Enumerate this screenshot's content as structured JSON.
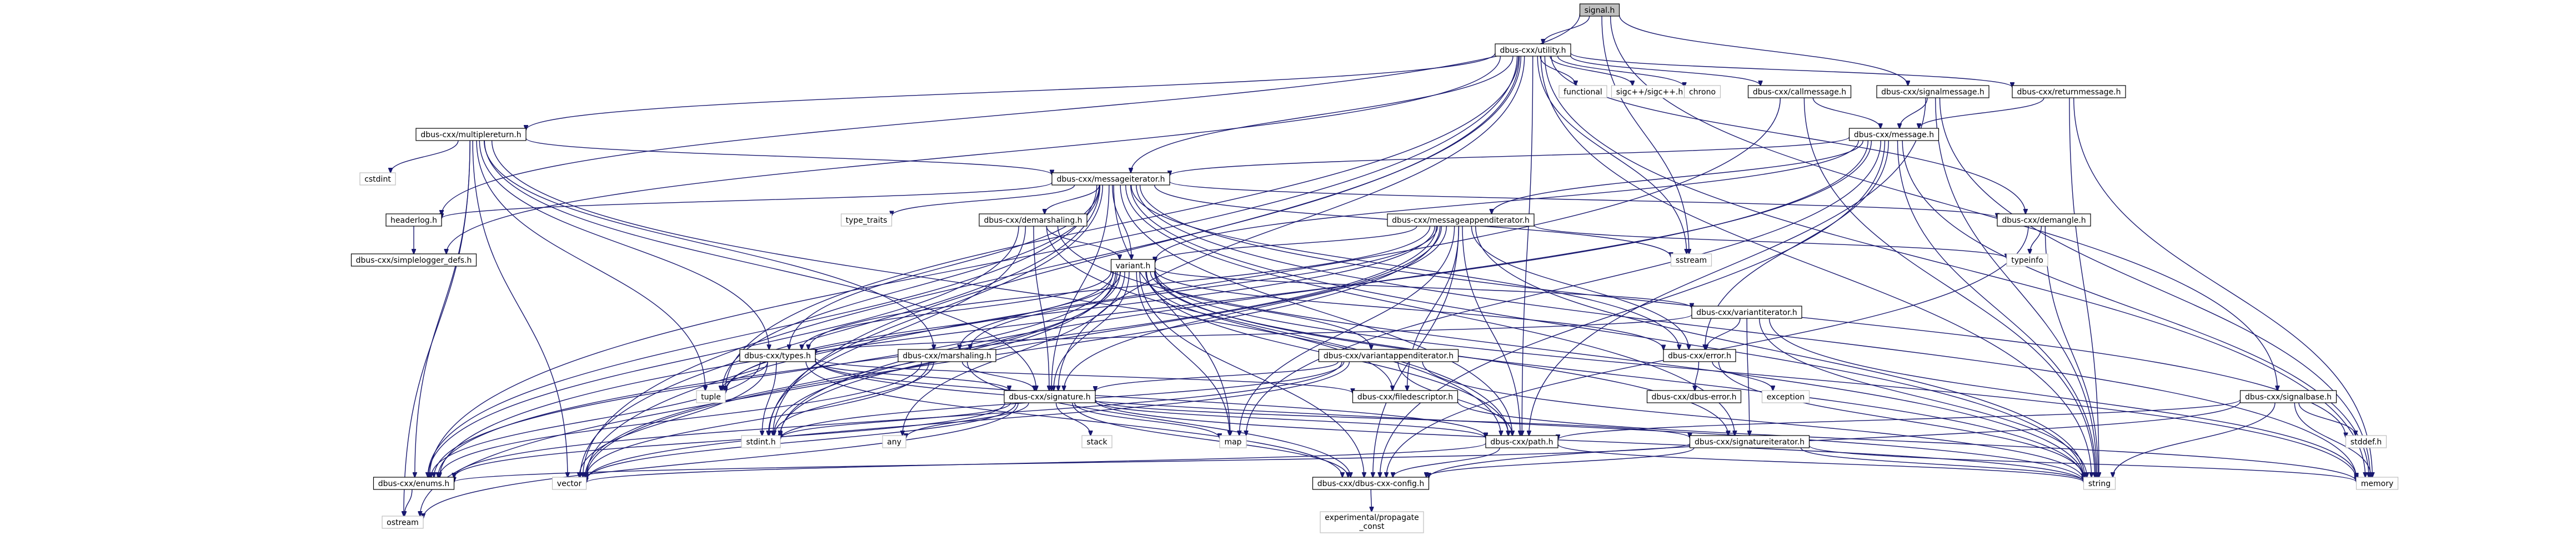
{
  "colors": {
    "edge": "#191970",
    "root_fill": "#bfbfbf",
    "node_border": "#000000",
    "external_border": "#bfbfbf",
    "background": "#ffffff"
  },
  "nodes": [
    {
      "id": "signal",
      "label": "signal.h",
      "kind": "root"
    },
    {
      "id": "utility",
      "label": "dbus-cxx/utility.h",
      "kind": "internal"
    },
    {
      "id": "functional",
      "label": "functional",
      "kind": "external"
    },
    {
      "id": "sigcpp",
      "label": "sigc++/sigc++.h",
      "kind": "external"
    },
    {
      "id": "chrono",
      "label": "chrono",
      "kind": "external"
    },
    {
      "id": "callmessage",
      "label": "dbus-cxx/callmessage.h",
      "kind": "internal"
    },
    {
      "id": "signalmessage",
      "label": "dbus-cxx/signalmessage.h",
      "kind": "internal"
    },
    {
      "id": "returnmessage",
      "label": "dbus-cxx/returnmessage.h",
      "kind": "internal"
    },
    {
      "id": "multiplereturn",
      "label": "dbus-cxx/multiplereturn.h",
      "kind": "internal"
    },
    {
      "id": "cstdint",
      "label": "cstdint",
      "kind": "external"
    },
    {
      "id": "message",
      "label": "dbus-cxx/message.h",
      "kind": "internal"
    },
    {
      "id": "messageiterator",
      "label": "dbus-cxx/messageiterator.h",
      "kind": "internal"
    },
    {
      "id": "headerlog",
      "label": "headerlog.h",
      "kind": "internal"
    },
    {
      "id": "simplelogger",
      "label": "dbus-cxx/simplelogger_defs.h",
      "kind": "internal"
    },
    {
      "id": "type_traits",
      "label": "type_traits",
      "kind": "external"
    },
    {
      "id": "demarshaling",
      "label": "dbus-cxx/demarshaling.h",
      "kind": "internal"
    },
    {
      "id": "messageappend",
      "label": "dbus-cxx/messageappenditerator.h",
      "kind": "internal"
    },
    {
      "id": "demangle",
      "label": "dbus-cxx/demangle.h",
      "kind": "internal"
    },
    {
      "id": "sstream",
      "label": "sstream",
      "kind": "external"
    },
    {
      "id": "typeinfo",
      "label": "typeinfo",
      "kind": "external"
    },
    {
      "id": "variant",
      "label": "variant.h",
      "kind": "internal"
    },
    {
      "id": "variantiterator",
      "label": "dbus-cxx/variantiterator.h",
      "kind": "internal"
    },
    {
      "id": "types",
      "label": "dbus-cxx/types.h",
      "kind": "internal"
    },
    {
      "id": "marshaling",
      "label": "dbus-cxx/marshaling.h",
      "kind": "internal"
    },
    {
      "id": "variantappend",
      "label": "dbus-cxx/variantappenditerator.h",
      "kind": "internal"
    },
    {
      "id": "error",
      "label": "dbus-cxx/error.h",
      "kind": "internal"
    },
    {
      "id": "dbuserror",
      "label": "dbus-cxx/dbus-error.h",
      "kind": "internal"
    },
    {
      "id": "exception",
      "label": "exception",
      "kind": "external"
    },
    {
      "id": "tuple",
      "label": "tuple",
      "kind": "external"
    },
    {
      "id": "filedescriptor",
      "label": "dbus-cxx/filedescriptor.h",
      "kind": "internal"
    },
    {
      "id": "signature",
      "label": "dbus-cxx/signature.h",
      "kind": "internal"
    },
    {
      "id": "stdint",
      "label": "stdint.h",
      "kind": "external"
    },
    {
      "id": "any",
      "label": "any",
      "kind": "external"
    },
    {
      "id": "stack",
      "label": "stack",
      "kind": "external"
    },
    {
      "id": "map",
      "label": "map",
      "kind": "external"
    },
    {
      "id": "path",
      "label": "dbus-cxx/path.h",
      "kind": "internal"
    },
    {
      "id": "signatureiterator",
      "label": "dbus-cxx/signatureiterator.h",
      "kind": "internal"
    },
    {
      "id": "signalbase",
      "label": "dbus-cxx/signalbase.h",
      "kind": "internal"
    },
    {
      "id": "stddef",
      "label": "stddef.h",
      "kind": "external"
    },
    {
      "id": "enums",
      "label": "dbus-cxx/enums.h",
      "kind": "internal"
    },
    {
      "id": "vector",
      "label": "vector",
      "kind": "external"
    },
    {
      "id": "config",
      "label": "dbus-cxx/dbus-cxx-config.h",
      "kind": "internal"
    },
    {
      "id": "string",
      "label": "string",
      "kind": "external"
    },
    {
      "id": "memory",
      "label": "memory",
      "kind": "external"
    },
    {
      "id": "ostream",
      "label": "ostream",
      "kind": "external"
    },
    {
      "id": "propagate",
      "label": "experimental/propagate\n_const",
      "kind": "external"
    }
  ],
  "edges": [
    [
      "signal",
      "utility"
    ],
    [
      "signal",
      "headerlog"
    ],
    [
      "signal",
      "sstream"
    ],
    [
      "signal",
      "signalmessage"
    ],
    [
      "signal",
      "signalbase"
    ],
    [
      "utility",
      "functional"
    ],
    [
      "utility",
      "sigcpp"
    ],
    [
      "utility",
      "chrono"
    ],
    [
      "utility",
      "callmessage"
    ],
    [
      "utility",
      "returnmessage"
    ],
    [
      "utility",
      "multiplereturn"
    ],
    [
      "utility",
      "messageiterator"
    ],
    [
      "utility",
      "demangle"
    ],
    [
      "utility",
      "sstream"
    ],
    [
      "utility",
      "simplelogger"
    ],
    [
      "utility",
      "signature"
    ],
    [
      "utility",
      "enums"
    ],
    [
      "utility",
      "vector"
    ],
    [
      "utility",
      "stdint"
    ],
    [
      "utility",
      "memory"
    ],
    [
      "utility",
      "string"
    ],
    [
      "utility",
      "path"
    ],
    [
      "utility",
      "tuple"
    ],
    [
      "callmessage",
      "message"
    ],
    [
      "callmessage",
      "string"
    ],
    [
      "callmessage",
      "vector"
    ],
    [
      "signalmessage",
      "message"
    ],
    [
      "signalmessage",
      "path"
    ],
    [
      "signalmessage",
      "string"
    ],
    [
      "signalmessage",
      "memory"
    ],
    [
      "returnmessage",
      "message"
    ],
    [
      "returnmessage",
      "memory"
    ],
    [
      "returnmessage",
      "string"
    ],
    [
      "multiplereturn",
      "cstdint"
    ],
    [
      "multiplereturn",
      "messageiterator"
    ],
    [
      "multiplereturn",
      "tuple"
    ],
    [
      "multiplereturn",
      "types"
    ],
    [
      "multiplereturn",
      "signature"
    ],
    [
      "multiplereturn",
      "marshaling"
    ],
    [
      "multiplereturn",
      "enums"
    ],
    [
      "multiplereturn",
      "ostream"
    ],
    [
      "multiplereturn",
      "vector"
    ],
    [
      "multiplereturn",
      "path"
    ],
    [
      "message",
      "messageiterator"
    ],
    [
      "message",
      "messageappend"
    ],
    [
      "message",
      "variant"
    ],
    [
      "message",
      "error"
    ],
    [
      "message",
      "enums"
    ],
    [
      "message",
      "string"
    ],
    [
      "message",
      "memory"
    ],
    [
      "message",
      "map"
    ],
    [
      "message",
      "config"
    ],
    [
      "message",
      "stdint"
    ],
    [
      "messageiterator",
      "headerlog"
    ],
    [
      "messageiterator",
      "type_traits"
    ],
    [
      "messageiterator",
      "demarshaling"
    ],
    [
      "messageiterator",
      "demangle"
    ],
    [
      "messageiterator",
      "variant"
    ],
    [
      "messageiterator",
      "types"
    ],
    [
      "messageiterator",
      "signature"
    ],
    [
      "messageiterator",
      "path"
    ],
    [
      "messageiterator",
      "error"
    ],
    [
      "messageiterator",
      "enums"
    ],
    [
      "messageiterator",
      "memory"
    ],
    [
      "messageiterator",
      "map"
    ],
    [
      "messageiterator",
      "string"
    ],
    [
      "messageiterator",
      "vector"
    ],
    [
      "messageiterator",
      "stdint"
    ],
    [
      "messageiterator",
      "tuple"
    ],
    [
      "messageiterator",
      "stddef"
    ],
    [
      "messageiterator",
      "sstream"
    ],
    [
      "messageiterator",
      "signatureiterator"
    ],
    [
      "headerlog",
      "simplelogger"
    ],
    [
      "demarshaling",
      "variant"
    ],
    [
      "demarshaling",
      "signature"
    ],
    [
      "demarshaling",
      "stdint"
    ],
    [
      "demarshaling",
      "path"
    ],
    [
      "demarshaling",
      "enums"
    ],
    [
      "demarshaling",
      "string"
    ],
    [
      "messageappend",
      "variant"
    ],
    [
      "messageappend",
      "types"
    ],
    [
      "messageappend",
      "marshaling"
    ],
    [
      "messageappend",
      "signature"
    ],
    [
      "messageappend",
      "path"
    ],
    [
      "messageappend",
      "error"
    ],
    [
      "messageappend",
      "enums"
    ],
    [
      "messageappend",
      "config"
    ],
    [
      "messageappend",
      "map"
    ],
    [
      "messageappend",
      "string"
    ],
    [
      "messageappend",
      "tuple"
    ],
    [
      "messageappend",
      "vector"
    ],
    [
      "messageappend",
      "stdint"
    ],
    [
      "messageappend",
      "typeinfo"
    ],
    [
      "messageappend",
      "filedescriptor"
    ],
    [
      "demangle",
      "typeinfo"
    ],
    [
      "demangle",
      "string"
    ],
    [
      "demangle",
      "config"
    ],
    [
      "variant",
      "variantiterator"
    ],
    [
      "variant",
      "types"
    ],
    [
      "variant",
      "marshaling"
    ],
    [
      "variant",
      "variantappend"
    ],
    [
      "variant",
      "error"
    ],
    [
      "variant",
      "signature"
    ],
    [
      "variant",
      "path"
    ],
    [
      "variant",
      "enums"
    ],
    [
      "variant",
      "any"
    ],
    [
      "variant",
      "map"
    ],
    [
      "variant",
      "vector"
    ],
    [
      "variant",
      "string"
    ],
    [
      "variant",
      "tuple"
    ],
    [
      "variant",
      "stdint"
    ],
    [
      "variant",
      "ostream"
    ],
    [
      "variant",
      "memory"
    ],
    [
      "variant",
      "config"
    ],
    [
      "variant",
      "filedescriptor"
    ],
    [
      "variant",
      "signatureiterator"
    ],
    [
      "variantiterator",
      "types"
    ],
    [
      "variantiterator",
      "error"
    ],
    [
      "variantiterator",
      "signatureiterator"
    ],
    [
      "variantiterator",
      "string"
    ],
    [
      "variantiterator",
      "memory"
    ],
    [
      "types",
      "tuple"
    ],
    [
      "types",
      "signature"
    ],
    [
      "types",
      "filedescriptor"
    ],
    [
      "types",
      "enums"
    ],
    [
      "types",
      "vector"
    ],
    [
      "types",
      "string"
    ],
    [
      "types",
      "stdint"
    ],
    [
      "types",
      "config"
    ],
    [
      "types",
      "path"
    ],
    [
      "marshaling",
      "signature"
    ],
    [
      "marshaling",
      "enums"
    ],
    [
      "marshaling",
      "vector"
    ],
    [
      "marshaling",
      "stdint"
    ],
    [
      "marshaling",
      "config"
    ],
    [
      "variantappend",
      "signature"
    ],
    [
      "variantappend",
      "path"
    ],
    [
      "variantappend",
      "enums"
    ],
    [
      "variantappend",
      "string"
    ],
    [
      "variantappend",
      "vector"
    ],
    [
      "variantappend",
      "stdint"
    ],
    [
      "error",
      "dbuserror"
    ],
    [
      "error",
      "exception"
    ],
    [
      "error",
      "string"
    ],
    [
      "filedescriptor",
      "memory"
    ],
    [
      "signature",
      "signatureiterator"
    ],
    [
      "signature",
      "any"
    ],
    [
      "signature",
      "stack"
    ],
    [
      "signature",
      "map"
    ],
    [
      "signature",
      "path"
    ],
    [
      "signature",
      "enums"
    ],
    [
      "signature",
      "vector"
    ],
    [
      "signature",
      "string"
    ],
    [
      "signature",
      "config"
    ],
    [
      "signature",
      "ostream"
    ],
    [
      "signature",
      "stdint"
    ],
    [
      "path",
      "vector"
    ],
    [
      "path",
      "string"
    ],
    [
      "path",
      "config"
    ],
    [
      "signatureiterator",
      "enums"
    ],
    [
      "signatureiterator",
      "config"
    ],
    [
      "signatureiterator",
      "memory"
    ],
    [
      "signatureiterator",
      "string"
    ],
    [
      "signalbase",
      "path"
    ],
    [
      "signalbase",
      "stddef"
    ],
    [
      "signalbase",
      "string"
    ],
    [
      "signalbase",
      "memory"
    ],
    [
      "signalbase",
      "config"
    ],
    [
      "enums",
      "ostream"
    ],
    [
      "config",
      "propagate"
    ]
  ]
}
